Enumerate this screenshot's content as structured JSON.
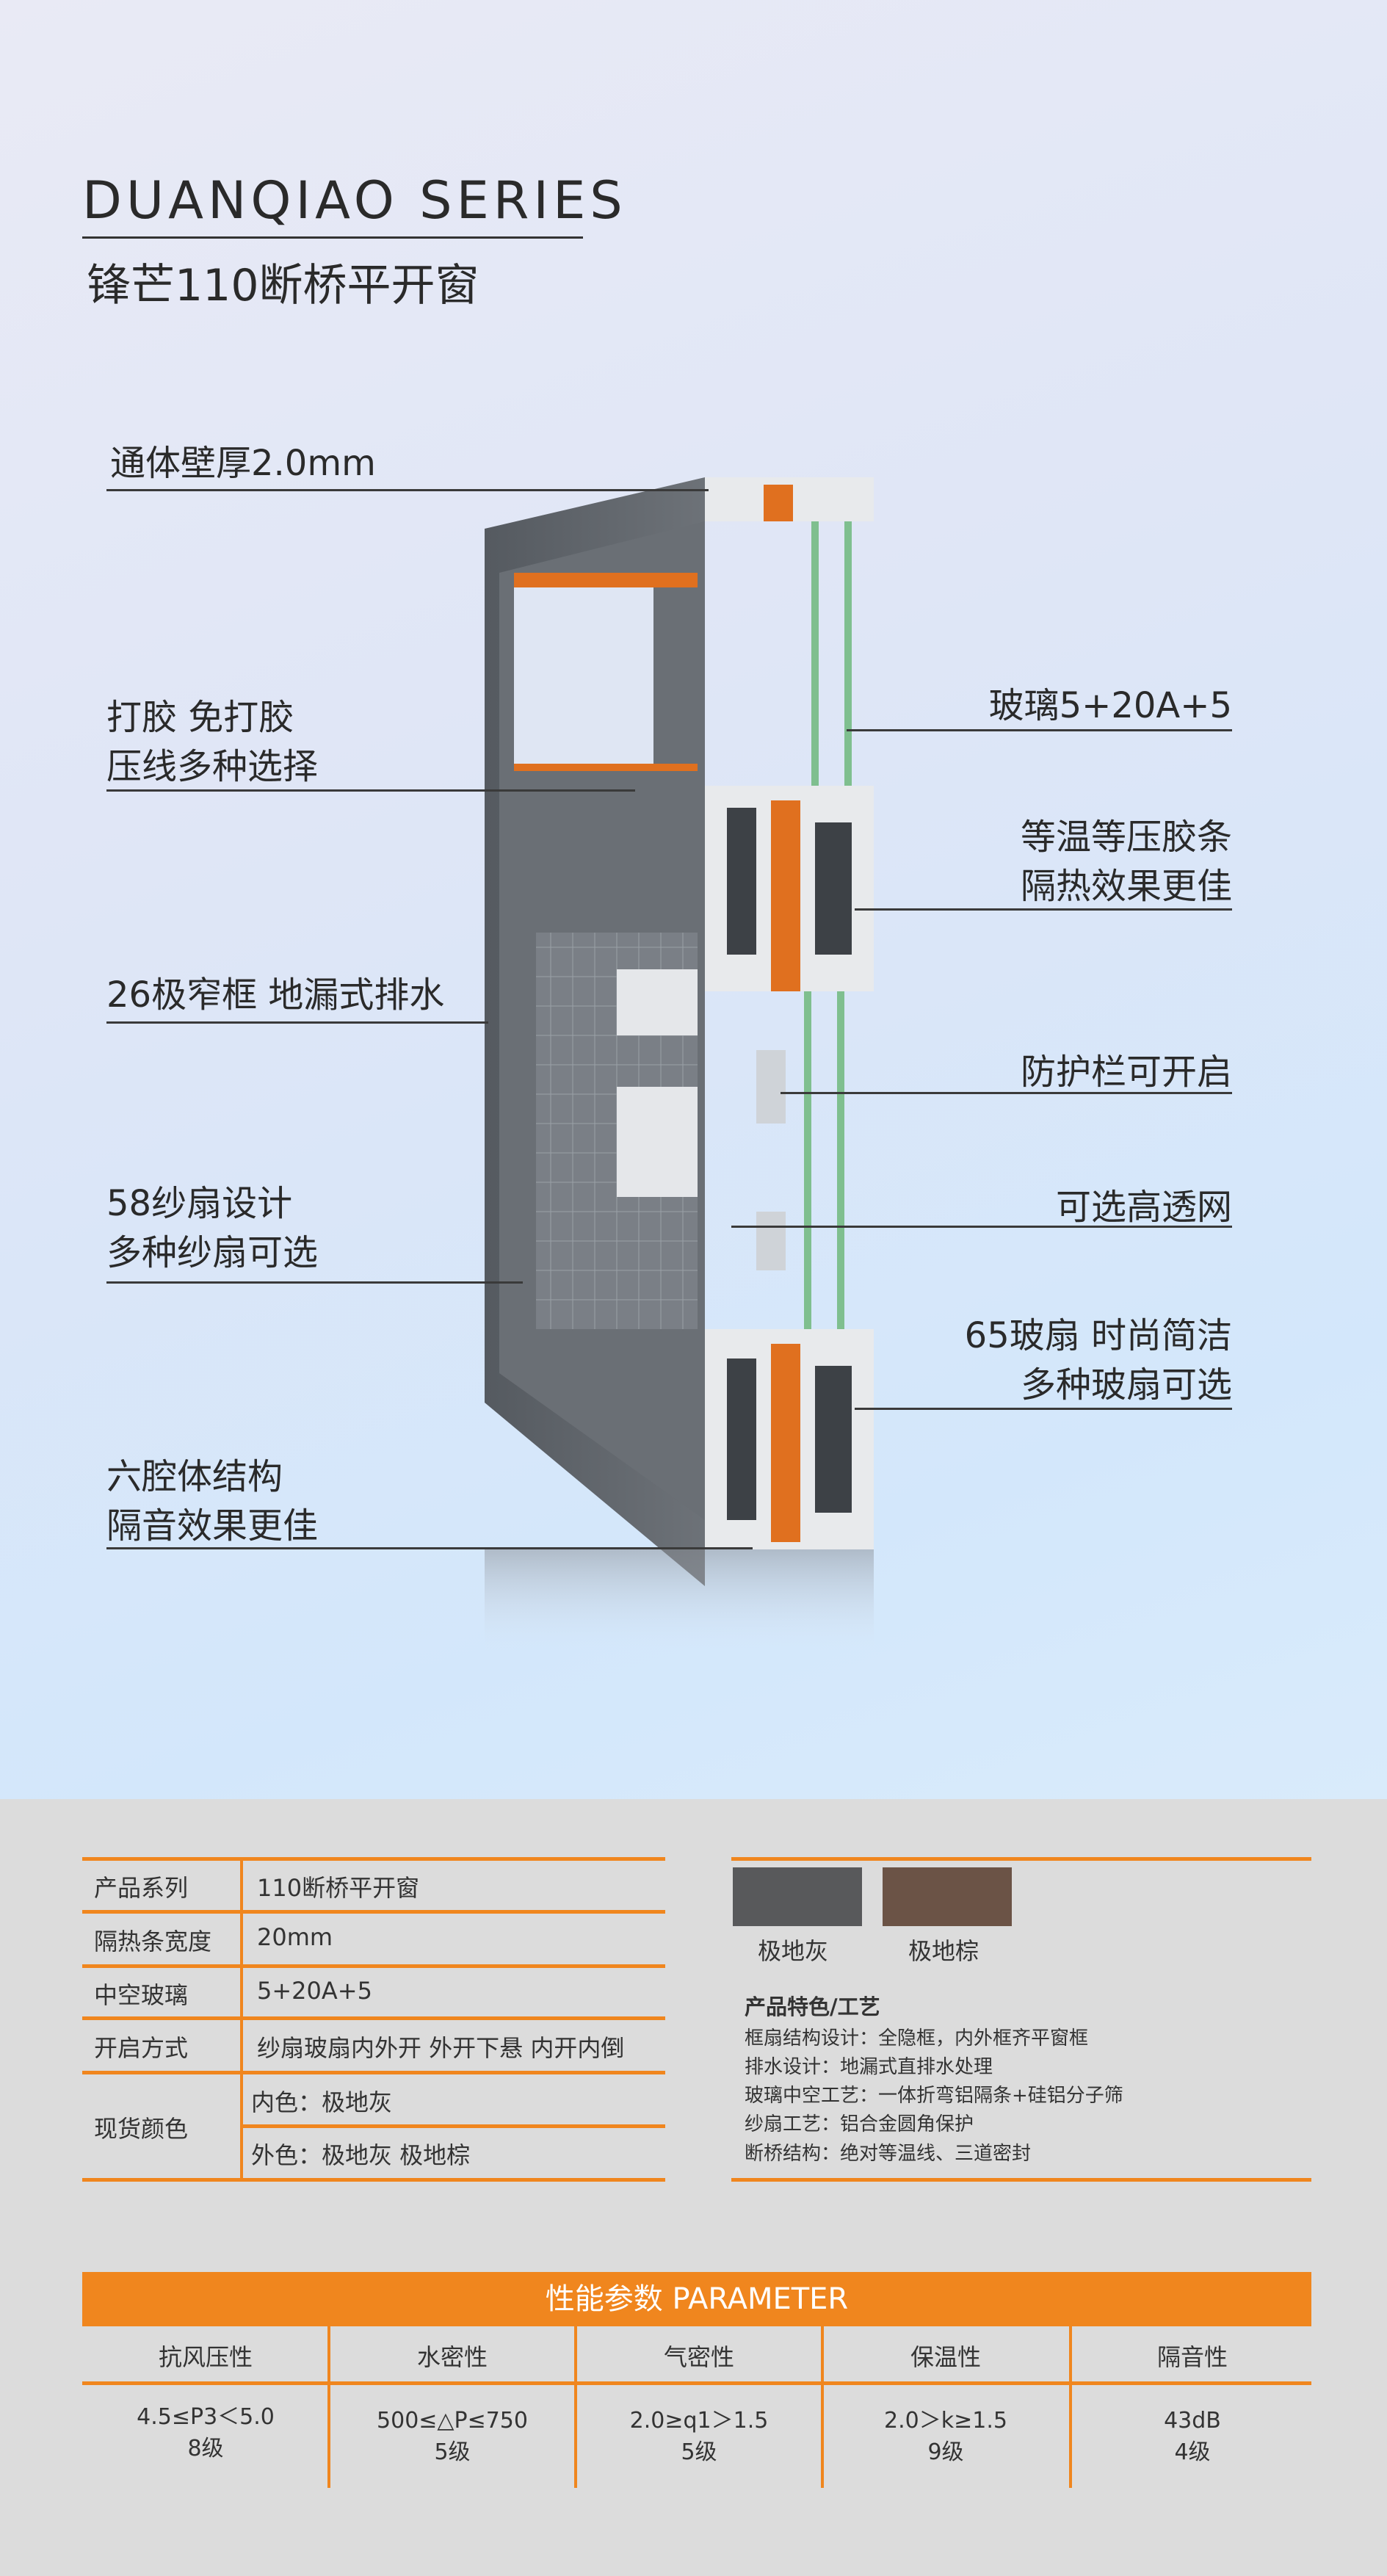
{
  "header": {
    "series": "DUANQIAO SERIES",
    "title": "锋芒110断桥平开窗"
  },
  "left_callouts": [
    {
      "lines": [
        "通体壁厚2.0mm"
      ]
    },
    {
      "lines": [
        "打胶 免打胶",
        "压线多种选择"
      ]
    },
    {
      "lines": [
        "26极窄框 地漏式排水"
      ]
    },
    {
      "lines": [
        "58纱扇设计",
        "多种纱扇可选"
      ]
    },
    {
      "lines": [
        "六腔体结构",
        "隔音效果更佳"
      ]
    }
  ],
  "right_callouts": [
    {
      "lines": [
        "玻璃5+20A+5"
      ]
    },
    {
      "lines": [
        "等温等压胶条",
        "隔热效果更佳"
      ]
    },
    {
      "lines": [
        "防护栏可开启"
      ]
    },
    {
      "lines": [
        "可选高透网"
      ]
    },
    {
      "lines": [
        "65玻扇 时尚简洁",
        "多种玻扇可选"
      ]
    }
  ],
  "spec_table": {
    "rows": [
      {
        "label": "产品系列",
        "value": "110断桥平开窗"
      },
      {
        "label": "隔热条宽度",
        "value": "20mm"
      },
      {
        "label": "中空玻璃",
        "value": "5+20A+5"
      },
      {
        "label": "开启方式",
        "value": "纱扇玻扇内外开  外开下悬  内开内倒"
      }
    ],
    "color_row": {
      "label": "现货颜色",
      "inner": "内色：极地灰",
      "outer": "外色：极地灰  极地棕"
    }
  },
  "swatches": [
    {
      "name": "极地灰",
      "color": "#58595b"
    },
    {
      "name": "极地棕",
      "color": "#6b5346"
    }
  ],
  "features": {
    "title": "产品特色/工艺",
    "items": [
      "框扇结构设计：全隐框，内外框齐平窗框",
      "排水设计：地漏式直排水处理",
      "玻璃中空工艺：一体折弯铝隔条+硅铝分子筛",
      "纱扇工艺：铝合金圆角保护",
      "断桥结构：绝对等温线、三道密封"
    ]
  },
  "parameters": {
    "title": "性能参数  PARAMETER",
    "columns": [
      {
        "name": "抗风压性",
        "value": "4.5≤P3＜5.0",
        "grade": "8级"
      },
      {
        "name": "水密性",
        "value": "500≤△P≤750",
        "grade": "5级"
      },
      {
        "name": "气密性",
        "value": "2.0≥q1＞1.5",
        "grade": "5级"
      },
      {
        "name": "保温性",
        "value": "2.0＞k≥1.5",
        "grade": "9级"
      },
      {
        "name": "隔音性",
        "value": "43dB",
        "grade": "4级"
      }
    ]
  },
  "colors": {
    "accent": "#f0861e",
    "frame": "#5f6368",
    "glass": "#7fbf8f"
  }
}
